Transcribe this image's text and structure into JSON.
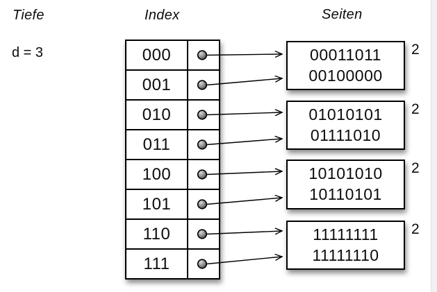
{
  "labels": {
    "depth_header": "Tiefe",
    "index_header": "Index",
    "pages_header": "Seiten",
    "depth_value": "d = 3"
  },
  "index": {
    "rows": [
      {
        "key": "000"
      },
      {
        "key": "001"
      },
      {
        "key": "010"
      },
      {
        "key": "011"
      },
      {
        "key": "100"
      },
      {
        "key": "101"
      },
      {
        "key": "110"
      },
      {
        "key": "111"
      }
    ]
  },
  "pages": [
    {
      "entries": [
        "00011011",
        "00100000"
      ],
      "local_depth": "2"
    },
    {
      "entries": [
        "01010101",
        "01111010"
      ],
      "local_depth": "2"
    },
    {
      "entries": [
        "10101010",
        "10110101"
      ],
      "local_depth": "2"
    },
    {
      "entries": [
        "11111111",
        "11111110"
      ],
      "local_depth": "2"
    }
  ],
  "colors": {
    "stroke": "#000000",
    "fill": "#ffffff",
    "dot_mid": "#8f8f8f"
  }
}
